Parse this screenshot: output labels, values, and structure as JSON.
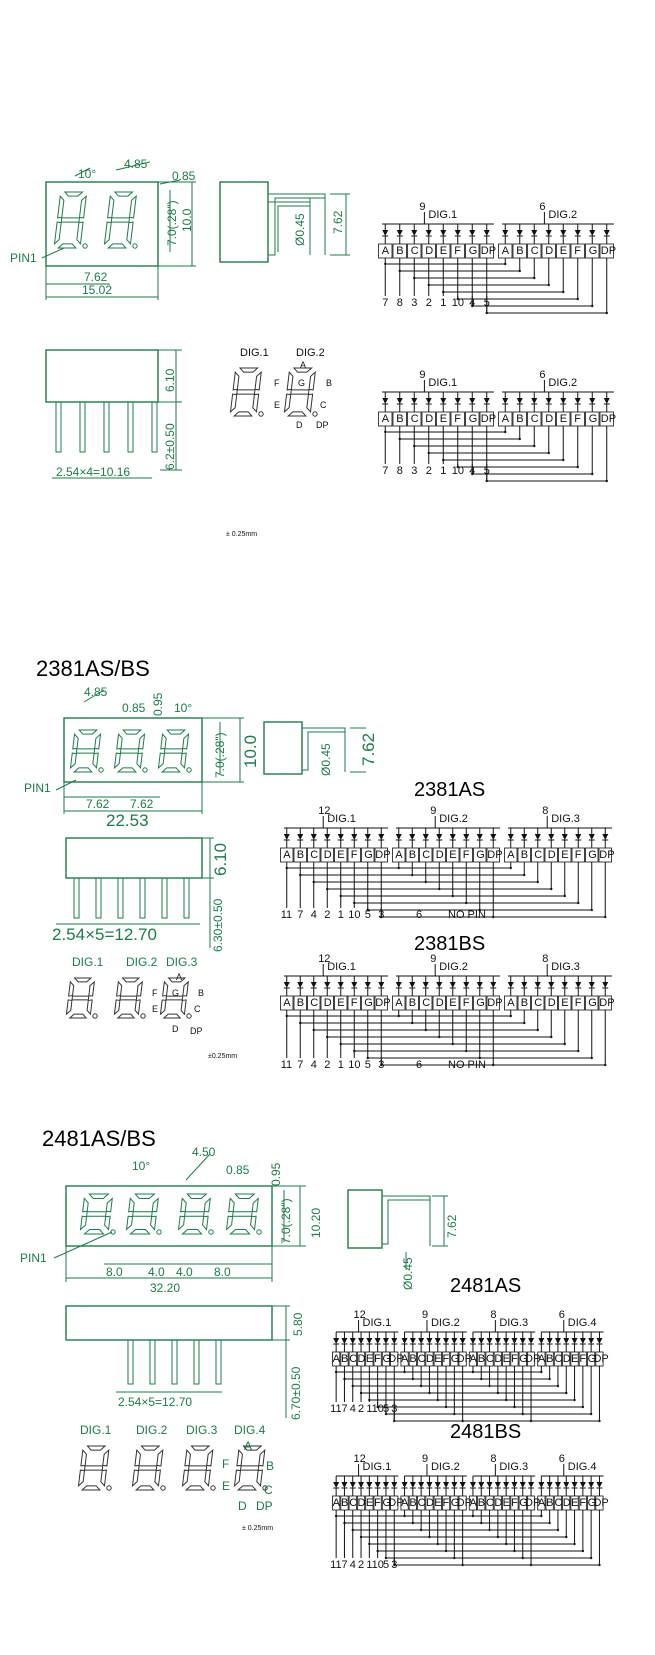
{
  "colors": {
    "dimension": "#1f7a4a",
    "schematic": "#111111",
    "background": "#ffffff"
  },
  "section1": {
    "dims": {
      "angle": "10°",
      "pitch_top": "4.85",
      "dp_offset": "0.85",
      "height": "10.0",
      "char_height": "7.0(.28\")",
      "pin1": "PIN1",
      "digit_pitch": "7.62",
      "width": "15.02",
      "pin_dia": "Ø0.45",
      "row_spacing": "7.62",
      "body_depth": "6.10",
      "pin_len": "6.2±0.50",
      "pin_row": "2.54×4=10.16",
      "tolerance": "± 0.25mm"
    },
    "display_labels": {
      "dig1": "DIG.1",
      "dig2": "DIG.2",
      "a": "A",
      "b": "B",
      "c": "C",
      "d": "D",
      "e": "E",
      "f": "F",
      "g": "G",
      "dp": "DP"
    },
    "schem1": {
      "digits": [
        {
          "label": "DIG.1",
          "pin": "9"
        },
        {
          "label": "DIG.2",
          "pin": "6"
        }
      ],
      "segments": [
        "A",
        "B",
        "C",
        "D",
        "E",
        "F",
        "G",
        "DP"
      ],
      "pins": [
        "7",
        "8",
        "3",
        "2",
        "1",
        "10",
        "4",
        "5"
      ]
    },
    "schem2": {
      "digits": [
        {
          "label": "DIG.1",
          "pin": "9"
        },
        {
          "label": "DIG.2",
          "pin": "6"
        }
      ],
      "segments": [
        "A",
        "B",
        "C",
        "D",
        "E",
        "F",
        "G",
        "DP"
      ],
      "pins": [
        "7",
        "8",
        "3",
        "2",
        "1",
        "10",
        "4",
        "5"
      ]
    }
  },
  "section2": {
    "title": "2381AS/BS",
    "dims": {
      "pitch_top": "4.85",
      "dp_offset": "0.85",
      "dp_w": "0.95",
      "angle": "10°",
      "char_height": "7.0(.28\")",
      "height": "10.0",
      "pin1": "PIN1",
      "digit_pitch_1": "7.62",
      "digit_pitch_2": "7.62",
      "width": "22.53",
      "pin_dia": "Ø0.45",
      "row_spacing": "7.62",
      "body_depth": "6.10",
      "pin_len": "6.30±0.50",
      "pin_row": "2.54×5=12.70",
      "tolerance": "±0.25mm"
    },
    "display_labels": {
      "dig1": "DIG.1",
      "dig2": "DIG.2",
      "dig3": "DIG.3",
      "a": "A",
      "b": "B",
      "c": "C",
      "d": "D",
      "e": "E",
      "f": "F",
      "g": "G",
      "dp": "DP"
    },
    "as": {
      "title": "2381AS",
      "digits": [
        {
          "label": "DIG.1",
          "pin": "12"
        },
        {
          "label": "DIG.2",
          "pin": "9"
        },
        {
          "label": "DIG.3",
          "pin": "8"
        }
      ],
      "segments": [
        "A",
        "B",
        "C",
        "D",
        "E",
        "F",
        "G",
        "DP"
      ],
      "pins": [
        "11",
        "7",
        "4",
        "2",
        "1",
        "10",
        "5",
        "3"
      ],
      "note_pin": "6",
      "note": "NO PIN"
    },
    "bs": {
      "title": "2381BS",
      "digits": [
        {
          "label": "DIG.1",
          "pin": "12"
        },
        {
          "label": "DIG.2",
          "pin": "9"
        },
        {
          "label": "DIG.3",
          "pin": "8"
        }
      ],
      "segments": [
        "A",
        "B",
        "C",
        "D",
        "E",
        "F",
        "G",
        "DP"
      ],
      "pins": [
        "11",
        "7",
        "4",
        "2",
        "1",
        "10",
        "5",
        "3"
      ],
      "note_pin": "6",
      "note": "NO PIN"
    }
  },
  "section3": {
    "title": "2481AS/BS",
    "dims": {
      "angle": "10°",
      "pitch_top": "4.50",
      "dp_offset": "0.85",
      "dp_w": "0.95",
      "char_height": "7.0(.28\")",
      "height": "10.20",
      "pin1": "PIN1",
      "pitch_a": "8.0",
      "pitch_b": "4.0",
      "pitch_c": "4.0",
      "pitch_d": "8.0",
      "width": "32.20",
      "row_spacing": "7.62",
      "pin_dia": "Ø0.45",
      "body_depth": "5.80",
      "pin_len": "6.70±0.50",
      "pin_row": "2.54×5=12.70",
      "tolerance": "± 0.25mm"
    },
    "display_labels": {
      "dig1": "DIG.1",
      "dig2": "DIG.2",
      "dig3": "DIG.3",
      "dig4": "DIG.4",
      "a": "A",
      "b": "B",
      "c": "C",
      "d": "D",
      "e": "E",
      "f": "F",
      "dp": "DP"
    },
    "as": {
      "title": "2481AS",
      "digits": [
        {
          "label": "DIG.1",
          "pin": "12"
        },
        {
          "label": "DIG.2",
          "pin": "9"
        },
        {
          "label": "DIG.3",
          "pin": "8"
        },
        {
          "label": "DIG.4",
          "pin": "6"
        }
      ],
      "segments": [
        "A",
        "B",
        "C",
        "D",
        "E",
        "F",
        "G",
        "DP"
      ],
      "pins": [
        "11",
        "7",
        "4",
        "2",
        "1",
        "10",
        "5",
        "3"
      ]
    },
    "bs": {
      "title": "2481BS",
      "digits": [
        {
          "label": "DIG.1",
          "pin": "12"
        },
        {
          "label": "DIG.2",
          "pin": "9"
        },
        {
          "label": "DIG.3",
          "pin": "8"
        },
        {
          "label": "DIG.4",
          "pin": "6"
        }
      ],
      "segments": [
        "A",
        "B",
        "C",
        "D",
        "E",
        "F",
        "G",
        "DP"
      ],
      "pins": [
        "11",
        "7",
        "4",
        "2",
        "1",
        "10",
        "5",
        "3"
      ]
    }
  }
}
